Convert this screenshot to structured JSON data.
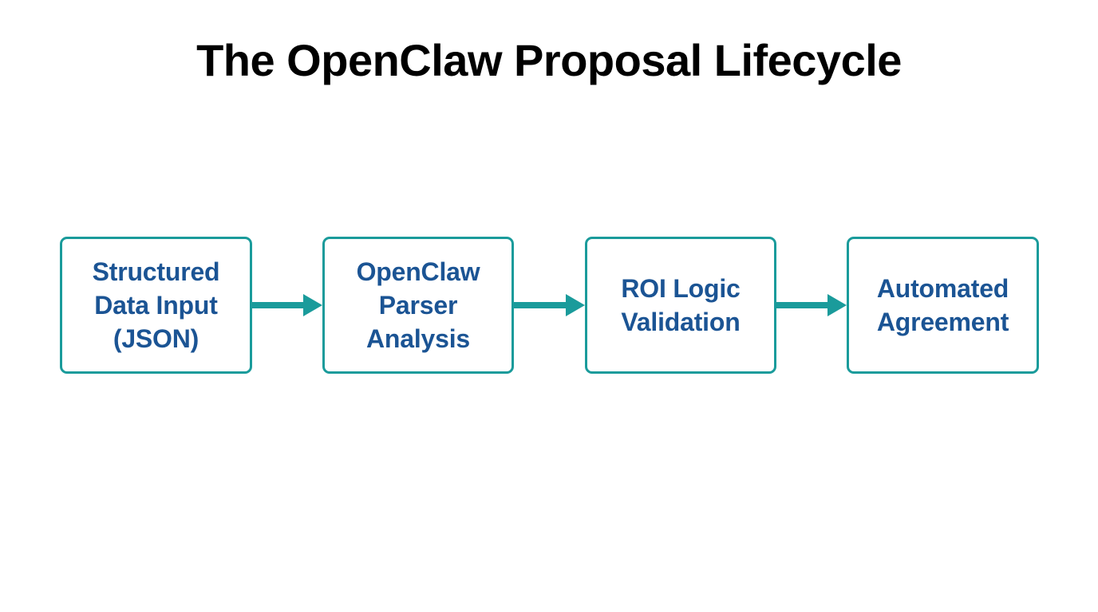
{
  "slide": {
    "title": "The OpenClaw Proposal Lifecycle",
    "background_color": "#ffffff",
    "accent_color": "#1a9b9b",
    "text_color": "#1b5494",
    "title_color": "#000000"
  },
  "diagram": {
    "type": "linear-flow",
    "direction": "left-to-right",
    "node_count": 4,
    "connector_count": 3,
    "nodes": [
      {
        "id": "structured-data-input",
        "label": "Structured\nData Input\n(JSON)",
        "lines": [
          "Structured",
          "Data Input",
          "(JSON)"
        ],
        "order": 1
      },
      {
        "id": "openclaw-parser-analysis",
        "label": "OpenClaw\nParser\nAnalysis",
        "lines": [
          "OpenClaw",
          "Parser",
          "Analysis"
        ],
        "order": 2
      },
      {
        "id": "roi-logic-validation",
        "label": "ROI Logic\nValidation",
        "lines": [
          "ROI Logic",
          "Validation"
        ],
        "order": 3
      },
      {
        "id": "automated-agreement",
        "label": "Automated\nAgreement",
        "lines": [
          "Automated",
          "Agreement"
        ],
        "order": 4
      }
    ],
    "connectors": [
      {
        "id": "arrow-1",
        "from": "structured-data-input",
        "to": "openclaw-parser-analysis",
        "style": "solid-arrow"
      },
      {
        "id": "arrow-2",
        "from": "openclaw-parser-analysis",
        "to": "roi-logic-validation",
        "style": "solid-arrow"
      },
      {
        "id": "arrow-3",
        "from": "roi-logic-validation",
        "to": "automated-agreement",
        "style": "solid-arrow"
      }
    ]
  }
}
